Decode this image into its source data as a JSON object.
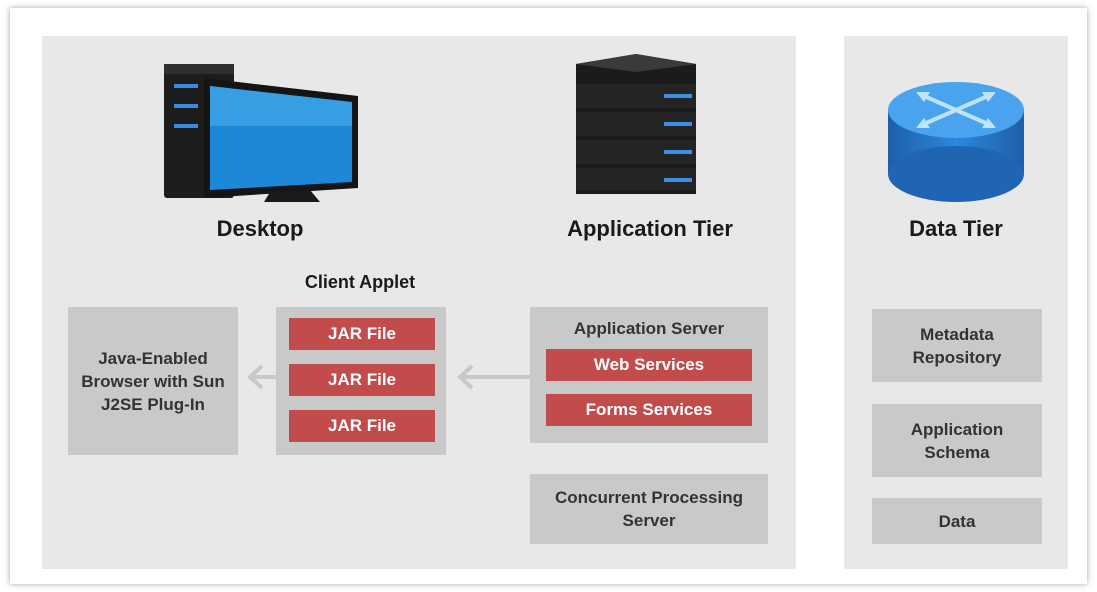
{
  "headings": {
    "desktop": "Desktop",
    "application_tier": "Application Tier",
    "data_tier": "Data Tier",
    "client_applet": "Client Applet"
  },
  "browser_box": "Java-Enabled Browser with Sun J2SE Plug-In",
  "jar_files": [
    "JAR File",
    "JAR File",
    "JAR File"
  ],
  "application_server": {
    "title": "Application Server",
    "services": [
      "Web Services",
      "Forms Services"
    ]
  },
  "concurrent_server": "Concurrent Processing Server",
  "data_items": [
    "Metadata Repository",
    "Application Schema",
    "Data"
  ],
  "colors": {
    "panel_bg": "#e8e8e8",
    "box_bg": "#c9c9c9",
    "service_red": "#c24b4b",
    "arrow_gray": "#c8c8c8",
    "accent_blue": "#2f7fd6"
  },
  "icons": [
    "desktop-computer-icon",
    "server-rack-icon",
    "database-cylinder-icon"
  ]
}
